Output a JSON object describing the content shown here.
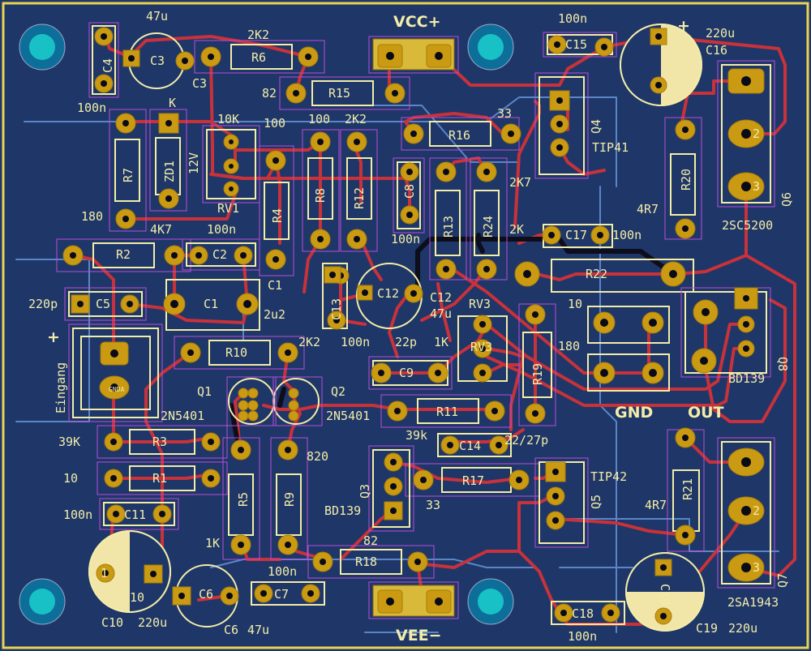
{
  "board": {
    "colors": {
      "background": "#1f3669",
      "edge": "#e8d44e",
      "track_front": "#c8323a",
      "track_back": "#5b86c6",
      "pad": "#c99a12",
      "silkscreen": "#f2eda8",
      "courtyard": "#b84fd6"
    },
    "connectors": {
      "vcc": "VCC+",
      "vee": "VEE−",
      "gnd": "GND",
      "out": "OUT",
      "input": "Eingang",
      "input_plus": "+",
      "input_pin": "GNDA"
    }
  },
  "labels": {
    "C3": "C3",
    "C3_val": "47u",
    "C3b": "C3",
    "C4": "C4",
    "C4_val": "100n",
    "R6": "R6",
    "R6_val": "2K2",
    "R15": "R15",
    "R15_val": "82",
    "K": "K",
    "ZD1": "ZD1",
    "ZD1_val": "12V",
    "R7": "R7",
    "R7_val": "180",
    "RV1": "RV1",
    "RV1_val": "10K",
    "RV1_val2": "4K7",
    "R4": "R4",
    "R4_val": "100",
    "R8": "R8",
    "R8_val": "100",
    "R12": "R12",
    "R12_val": "2K2",
    "C8": "C8",
    "C8_val": "100n",
    "R16": "R16",
    "R16_val": "33",
    "R16_val2": "2K7",
    "Q4": "Q4",
    "Q4_val": "TIP41",
    "C15": "C15",
    "C15_val": "100n",
    "C16": "C16",
    "C16_val": "220u",
    "C16_plus": "+",
    "R20": "R20",
    "R20_val": "4R7",
    "Q6": "Q6",
    "Q6_val": "2SC5200",
    "R2": "R2",
    "C2": "C2",
    "C2_val": "100n",
    "C1": "C1",
    "C1b": "C1",
    "C1_val": "2u2",
    "C5": "C5",
    "C5_val": "220p",
    "R13": "R13",
    "R24": "R24",
    "R24_val": "2K",
    "C17": "C17",
    "C17_val": "100n",
    "C13": "C13",
    "C12": "C12",
    "C12_val": "47u",
    "R22": "R22",
    "R22_val": "10",
    "RV3": "RV3",
    "RV3_val": "1K",
    "RV3b": "RV3",
    "R19": "R19",
    "R19_val": "180",
    "Q8": "Q8",
    "Q8_val": "BD139",
    "R10": "R10",
    "R10_val": "2K2",
    "C_22p": "22p",
    "C_100n_mid": "100n",
    "C9": "C9",
    "R11": "R11",
    "R11_val": "39k",
    "Q1": "Q1",
    "Q1_val": "2N5401",
    "Q2": "Q2",
    "Q2_val": "2N5401",
    "R3": "R3",
    "R3_val": "39K",
    "R1": "R1",
    "R1_val": "10",
    "C11": "C11",
    "C11_val": "100n",
    "C14": "C14",
    "C14_val": "22/27p",
    "R5": "R5",
    "R5_val": "1K",
    "R9": "R9",
    "R9_val": "820",
    "Q3": "Q3",
    "Q3_val": "BD139",
    "R17": "R17",
    "R17_val": "33",
    "Q5": "Q5",
    "Q5_val": "TIP42",
    "R21": "R21",
    "R21_val": "4R7",
    "Q7": "Q7",
    "Q7_val": "2SA1943",
    "R18": "R18",
    "R18_val": "82",
    "C7": "C7",
    "C7_val": "100n",
    "C6": "C6",
    "C6_label2": "C6",
    "C6_val": "47u",
    "C10": "C10",
    "C10_val": "220u",
    "C10_inner": "10",
    "C18": "C18",
    "C18_val": "100n",
    "C19": "C19",
    "C19_val": "220u",
    "C19_inner": "C19",
    "pad_pin2": "2",
    "pad_pin3": "3",
    "pad_pin1": "1"
  }
}
